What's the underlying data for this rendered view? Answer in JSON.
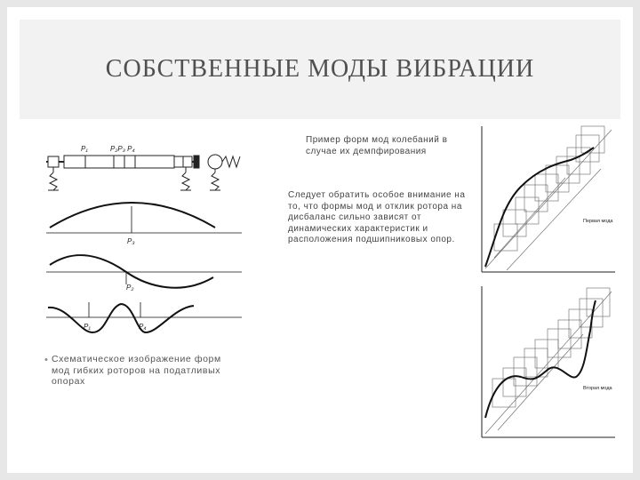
{
  "slide": {
    "title": "СОБСТВЕННЫЕ МОДЫ ВИБРАЦИИ"
  },
  "rotor_figure": {
    "labels": {
      "p1_top": "P₁",
      "p234_top": "P₂P₃ P₄",
      "p3": "P₃",
      "p2": "P₂",
      "p1_bottom": "P₁",
      "p4_bottom": "P₄"
    }
  },
  "caption": {
    "bullet": "•",
    "text": "Схематическое изображение форм мод гибких роторов на податливых опорах"
  },
  "text_blocks": {
    "example": "Пример форм мод колебаний в случае их демпфирования",
    "attention": "Следует обратить особое внимание на то, что формы мод и отклик ротора на дисбаланс сильно зависят от динамических характеристик и расположения подшипниковых опор."
  },
  "mode_plots": {
    "first_label": "Первая мода",
    "second_label": "Вторая мода"
  }
}
